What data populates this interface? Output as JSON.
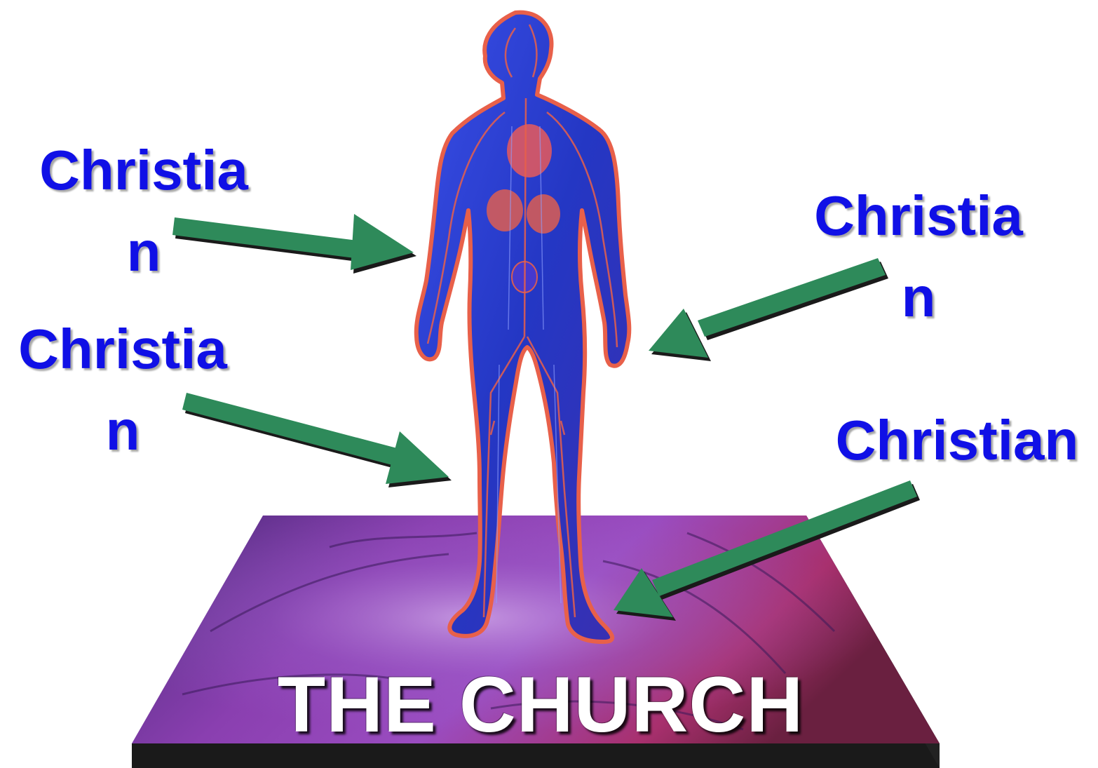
{
  "labels": [
    {
      "lines": [
        "Christia",
        "n"
      ]
    },
    {
      "lines": [
        "Christia",
        "n"
      ]
    },
    {
      "lines": [
        "Christia",
        "n"
      ]
    },
    {
      "lines": [
        "Christian"
      ]
    }
  ],
  "platform": {
    "title": "THE CHURCH"
  },
  "colors": {
    "label_text": "#1010e6",
    "arrow": "#2e8a5a",
    "body_fill": "#2b3fd6",
    "body_outline": "#e8604a",
    "platform_purple": "#7a2f9a",
    "platform_magenta": "#a8306e",
    "platform_edge": "#1a1a1a"
  },
  "icons": {
    "figure": "human-circulatory-figure-icon",
    "arrow": "arrow-icon",
    "platform": "platform-slab-icon"
  }
}
